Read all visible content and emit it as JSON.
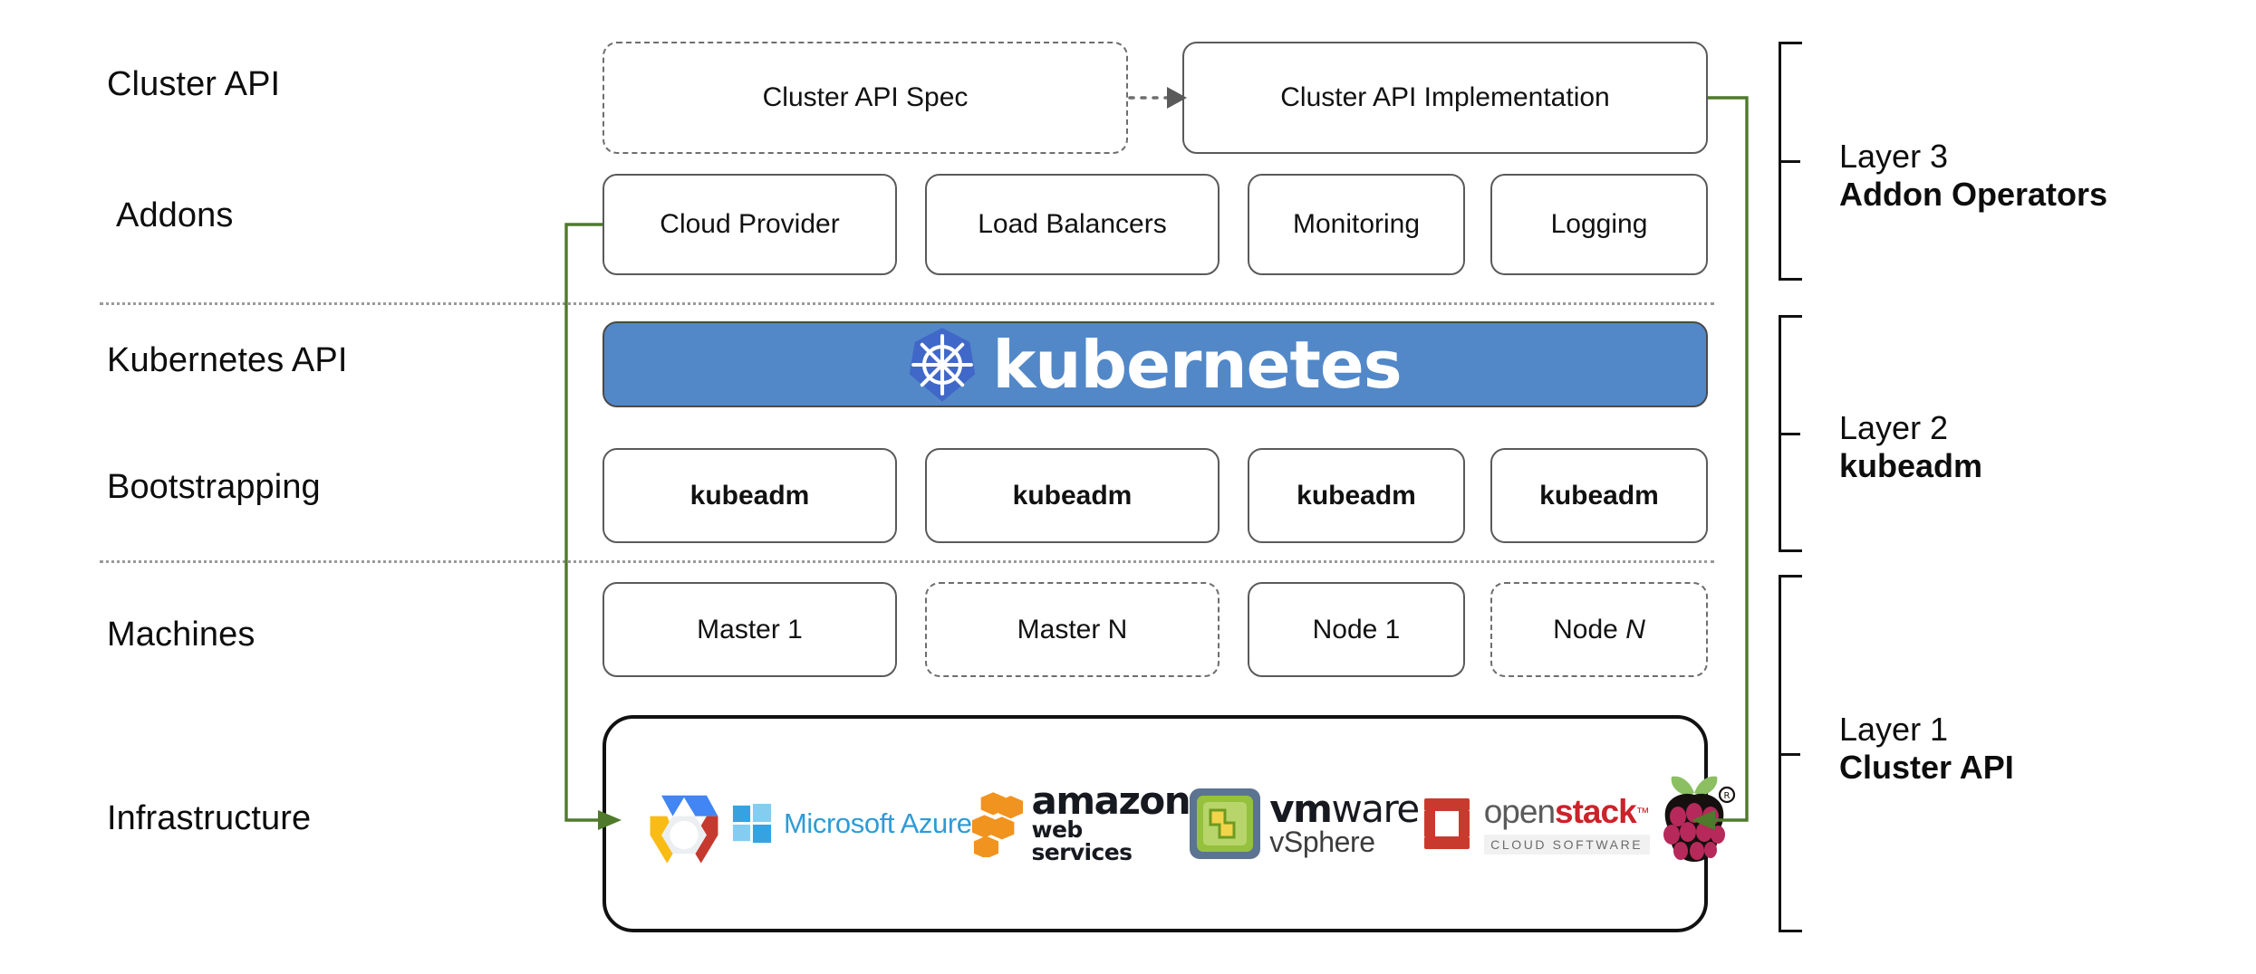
{
  "diagram": {
    "title": "Kubernetes Cluster API layered architecture",
    "colors": {
      "kubernetes_blue": "#5288c8",
      "kubernetes_logo_blue": "#4068c8",
      "connector_green": "#4f7a2b",
      "box_border": "#5a5a5a",
      "separator": "#9a9a9a",
      "infra_border": "#111111"
    }
  },
  "row_labels": [
    {
      "id": "cluster-api",
      "text": "Cluster API"
    },
    {
      "id": "addons",
      "text": "Addons"
    },
    {
      "id": "kubernetes-api",
      "text": "Kubernetes API"
    },
    {
      "id": "bootstrapping",
      "text": "Bootstrapping"
    },
    {
      "id": "machines",
      "text": "Machines"
    },
    {
      "id": "infrastructure",
      "text": "Infrastructure"
    }
  ],
  "cluster_api_row": {
    "spec_box": {
      "label": "Cluster API Spec",
      "style": "dashed"
    },
    "impl_box": {
      "label": "Cluster API Implementation",
      "style": "solid"
    },
    "arrow": {
      "from": "Cluster API Spec",
      "to": "Cluster API Implementation",
      "style": "dotted"
    }
  },
  "addons_row": [
    {
      "label": "Cloud Provider",
      "style": "solid"
    },
    {
      "label": "Load Balancers",
      "style": "solid"
    },
    {
      "label": "Monitoring",
      "style": "solid"
    },
    {
      "label": "Logging",
      "style": "solid"
    }
  ],
  "kubernetes_banner": {
    "wordmark": "kubernetes",
    "logo_name": "kubernetes-helm-wheel-icon"
  },
  "bootstrapping_row": [
    {
      "label": "kubeadm",
      "style": "solid"
    },
    {
      "label": "kubeadm",
      "style": "solid"
    },
    {
      "label": "kubeadm",
      "style": "solid"
    },
    {
      "label": "kubeadm",
      "style": "solid"
    }
  ],
  "machines_row": [
    {
      "label": "Master 1",
      "style": "solid",
      "italic_suffix": ""
    },
    {
      "label": "Master N",
      "style": "dashed",
      "italic_suffix": ""
    },
    {
      "label": "Node 1",
      "style": "solid",
      "italic_suffix": ""
    },
    {
      "label": "Node",
      "style": "dashed",
      "italic_suffix": "N"
    }
  ],
  "infrastructure_row": {
    "providers": [
      {
        "id": "google-cloud",
        "name": "Google Cloud Platform",
        "text": ""
      },
      {
        "id": "microsoft-azure",
        "name": "Microsoft Azure",
        "text": "Microsoft Azure"
      },
      {
        "id": "amazon-aws",
        "name": "Amazon Web Services",
        "text_top": "amazon",
        "text_bottom": "web services"
      },
      {
        "id": "vmware-vsphere",
        "name": "VMware vSphere",
        "text_top_bold": "vm",
        "text_top_rest": "ware",
        "text_bottom": "vSphere"
      },
      {
        "id": "openstack",
        "name": "OpenStack",
        "text_open": "open",
        "text_stack": "stack",
        "text_sub": "CLOUD SOFTWARE"
      },
      {
        "id": "raspberry-pi",
        "name": "Raspberry Pi",
        "text": ""
      }
    ]
  },
  "layers": [
    {
      "id": "layer-3",
      "title": "Layer 3",
      "subtitle": "Addon Operators"
    },
    {
      "id": "layer-2",
      "title": "Layer 2",
      "subtitle": "kubeadm"
    },
    {
      "id": "layer-1",
      "title": "Layer 1",
      "subtitle": "Cluster API"
    }
  ]
}
